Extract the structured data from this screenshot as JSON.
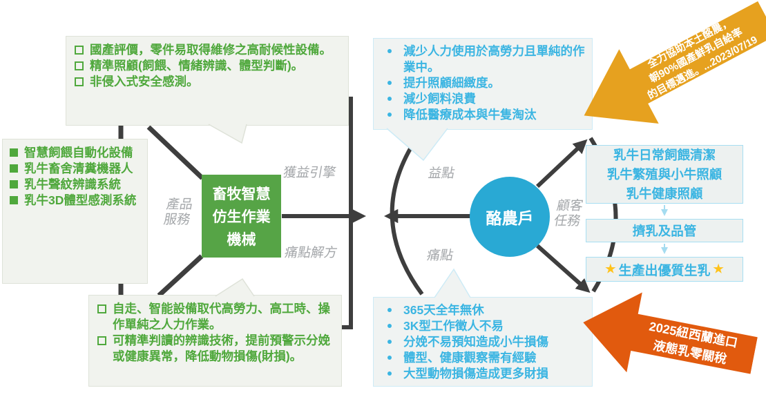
{
  "colors": {
    "green_text": "#4FA83C",
    "green_fill": "#56A446",
    "blue_text": "#3BB5E2",
    "blue_fill": "#29A9D4",
    "label_gray": "#A4A7AA",
    "connector": "#3E3E3E",
    "banner_top": "#E6A11F",
    "banner_bottom": "#E15A0E",
    "star": "#FFC21A"
  },
  "icons": {
    "star": "★"
  },
  "value_map": {
    "gain_creators": {
      "items": [
        "國產評價，零件易取得維修之高耐候性設備。",
        "精準照顧(飼餵、情緒辨識、體型判斷)。",
        "非侵入式安全感測。"
      ]
    },
    "products": {
      "items": [
        "智慧飼餵自動化設備",
        "乳牛畜舍清糞機器人",
        "乳牛聲紋辨識系統",
        "乳牛3D體型感測系統"
      ]
    },
    "core": {
      "lines": [
        "畜牧智慧",
        "仿生作業",
        "機械"
      ]
    },
    "pain_relievers": {
      "items": [
        "自走、智能設備取代高勞力、高工時、操作單純之人力作業。",
        "可精準判讀的辨識技術，提前預警示分娩或健康異常，降低動物損傷(財損)。"
      ]
    },
    "labels": {
      "products_services_1": "產品",
      "products_services_2": "服務",
      "gain_engine": "獲益引擎",
      "pain_solution": "痛點解方"
    }
  },
  "customer": {
    "name": "酪農戶",
    "gains": {
      "items": [
        "減少人力使用於高勞力且單純的作業中。",
        "提升照顧細緻度。",
        "減少飼料浪費",
        "降低醫療成本與牛隻淘汰"
      ]
    },
    "pains": {
      "items": [
        "365天全年無休",
        "3K型工作徵人不易",
        "分娩不易預知造成小牛損傷",
        "體型、健康觀察需有經驗",
        "大型動物損傷造成更多財損"
      ]
    },
    "labels": {
      "gains": "益點",
      "pains": "痛點",
      "jobs_1": "顧客",
      "jobs_2": "任務"
    },
    "jobs": {
      "daily": {
        "lines": [
          "乳牛日常飼餵清潔",
          "乳牛繁殖與小牛照顧",
          "乳牛健康照顧"
        ]
      },
      "milking": "擠乳及品管",
      "output": "生產出優質生乳"
    }
  },
  "banners": {
    "policy": {
      "lines": [
        "全力協助本土酪農，",
        "朝90%國產鮮乳自給率",
        "的目標邁進。...2023/07/19"
      ]
    },
    "threat": {
      "lines": [
        "2025紐西蘭進口",
        "液態乳零關稅"
      ]
    }
  }
}
